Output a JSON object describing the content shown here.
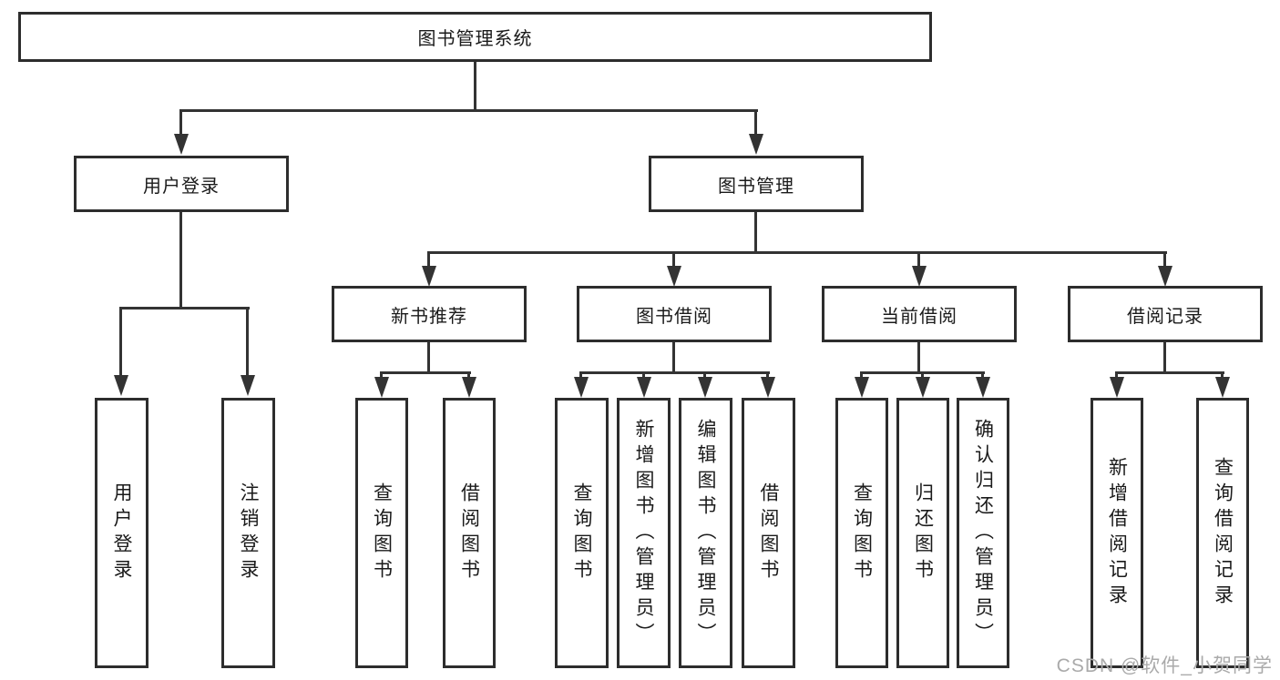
{
  "diagram": {
    "tree": {
      "label": "图书管理系统",
      "children": [
        {
          "label": "用户登录",
          "children": [
            {
              "label": "用户登录"
            },
            {
              "label": "注销登录"
            }
          ]
        },
        {
          "label": "图书管理",
          "children": [
            {
              "label": "新书推荐",
              "children": [
                {
                  "label": "查询图书"
                },
                {
                  "label": "借阅图书"
                }
              ]
            },
            {
              "label": "图书借阅",
              "children": [
                {
                  "label": "查询图书"
                },
                {
                  "label": "新增图书（管理员）"
                },
                {
                  "label": "编辑图书（管理员）"
                },
                {
                  "label": "借阅图书"
                }
              ]
            },
            {
              "label": "当前借阅",
              "children": [
                {
                  "label": "查询图书"
                },
                {
                  "label": "归还图书"
                },
                {
                  "label": "确认归还（管理员）"
                }
              ]
            },
            {
              "label": "借阅记录",
              "children": [
                {
                  "label": "新增借阅记录"
                },
                {
                  "label": "查询借阅记录"
                }
              ]
            }
          ]
        }
      ]
    }
  },
  "watermark": {
    "text": "CSDN @软件_小贺同学"
  },
  "colors": {
    "line": "#333333",
    "box_border": "#2d2d2d",
    "text": "#1a1a1a",
    "watermark": "#aaaaaa",
    "background": "#ffffff"
  }
}
